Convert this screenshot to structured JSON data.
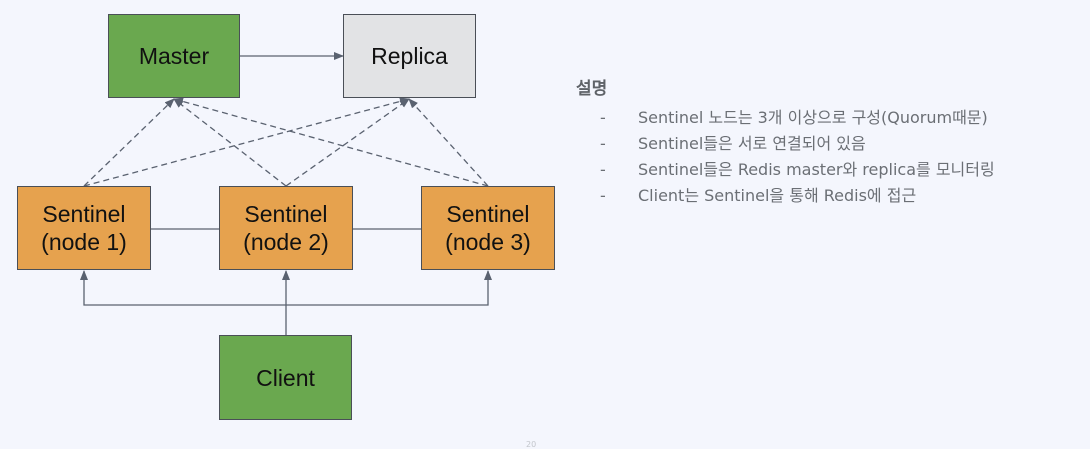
{
  "diagram": {
    "nodes": [
      {
        "id": "master",
        "label": "Master",
        "fill": "#6aa84f"
      },
      {
        "id": "replica",
        "label": "Replica",
        "fill": "#e2e3e5"
      },
      {
        "id": "sentinel1",
        "label": "Sentinel\n(node 1)",
        "fill": "#e6a24e"
      },
      {
        "id": "sentinel2",
        "label": "Sentinel\n(node 2)",
        "fill": "#e6a24e"
      },
      {
        "id": "sentinel3",
        "label": "Sentinel\n(node 3)",
        "fill": "#e6a24e"
      },
      {
        "id": "client",
        "label": "Client",
        "fill": "#6aa84f"
      }
    ],
    "edges": [
      {
        "from": "master",
        "to": "replica",
        "style": "solid",
        "arrow": true
      },
      {
        "from": "sentinel1",
        "to": "master",
        "style": "dashed",
        "arrow": true
      },
      {
        "from": "sentinel1",
        "to": "replica",
        "style": "dashed",
        "arrow": true
      },
      {
        "from": "sentinel2",
        "to": "master",
        "style": "dashed",
        "arrow": true
      },
      {
        "from": "sentinel2",
        "to": "replica",
        "style": "dashed",
        "arrow": true
      },
      {
        "from": "sentinel3",
        "to": "master",
        "style": "dashed",
        "arrow": true
      },
      {
        "from": "sentinel3",
        "to": "replica",
        "style": "dashed",
        "arrow": true
      },
      {
        "from": "sentinel1",
        "to": "sentinel2",
        "style": "solid",
        "arrow": false
      },
      {
        "from": "sentinel2",
        "to": "sentinel3",
        "style": "solid",
        "arrow": false
      },
      {
        "from": "client",
        "to": "sentinel1",
        "style": "solid",
        "arrow": true
      },
      {
        "from": "client",
        "to": "sentinel2",
        "style": "solid",
        "arrow": true
      },
      {
        "from": "client",
        "to": "sentinel3",
        "style": "solid",
        "arrow": true
      }
    ],
    "colors": {
      "line": "#5a6270",
      "border": "#4a4f57",
      "background": "#f4f6fd"
    }
  },
  "notes": {
    "title": "설명",
    "items": [
      "Sentinel 노드는 3개 이상으로 구성(Quorum때문)",
      "Sentinel들은 서로 연결되어 있음",
      "Sentinel들은 Redis master와 replica를 모니터링",
      "Client는 Sentinel을 통해 Redis에 접근"
    ],
    "bullet": "-"
  },
  "page_number": "20"
}
